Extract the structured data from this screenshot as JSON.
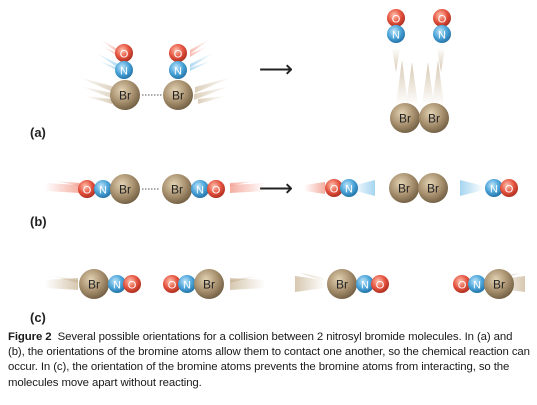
{
  "panels": [
    {
      "label": "(a)"
    },
    {
      "label": "(b)"
    },
    {
      "label": "(c)"
    }
  ],
  "atoms": {
    "bromine": "Br",
    "nitrogen": "N",
    "oxygen": "O"
  },
  "arrow_glyph": "⟶",
  "colors": {
    "bromine": "#a8916f",
    "nitrogen": "#4aa3d8",
    "oxygen": "#e5533f",
    "arrow": "#222222",
    "text": "#1a1a1a"
  },
  "caption": {
    "label": "Figure 2",
    "text": "Several possible orientations for a collision between 2 nitrosyl bromide molecules. In (a) and (b), the orientations of the bromine atoms allow them to contact one another, so the chemical reaction can occur. In (c), the orientation of the bromine atoms prevents the bromine atoms from interacting, so the molecules move apart without reacting."
  }
}
